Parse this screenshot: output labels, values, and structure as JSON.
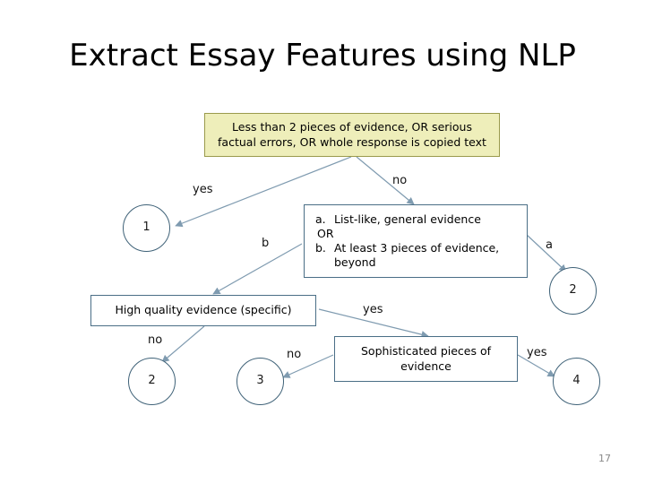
{
  "slide": {
    "title": "Extract Essay Features using NLP",
    "page_number": "17",
    "accent_box_fill": "#eeeeba",
    "accent_box_border": "#9a9a4c",
    "node_border": "#4a6e86",
    "circle_border": "#3f6278",
    "edge_color": "#7f9bb0",
    "text_color": "#000000"
  },
  "flowchart": {
    "type": "decision-tree",
    "nodes": {
      "root_condition": {
        "id": "root",
        "shape": "rect",
        "style": "yellow",
        "text_lines": [
          "Less than 2 pieces of evidence, OR serious",
          "factual errors, OR whole response is copied text"
        ]
      },
      "score_1": {
        "id": "score-1",
        "shape": "circle",
        "text": "1"
      },
      "ab_condition": {
        "id": "ab-condition",
        "shape": "rect",
        "style": "white",
        "items": [
          {
            "marker": "a.",
            "text": "List-like, general evidence"
          },
          {
            "marker": "",
            "text": "OR"
          },
          {
            "marker": "b.",
            "text": "At least 3 pieces of evidence,"
          },
          {
            "marker": "",
            "text": "beyond"
          }
        ]
      },
      "score_2_right": {
        "id": "score-2-right",
        "shape": "circle",
        "text": "2"
      },
      "high_quality": {
        "id": "high-quality-evidence",
        "shape": "rect",
        "style": "white",
        "text": "High quality evidence (specific)"
      },
      "score_2_left": {
        "id": "score-2-left",
        "shape": "circle",
        "text": "2"
      },
      "sophisticated": {
        "id": "sophisticated-evidence",
        "shape": "rect",
        "style": "white",
        "text_lines": [
          "Sophisticated pieces of",
          "evidence"
        ]
      },
      "score_3": {
        "id": "score-3",
        "shape": "circle",
        "text": "3"
      },
      "score_4": {
        "id": "score-4",
        "shape": "circle",
        "text": "4"
      }
    },
    "edges": [
      {
        "from": "root",
        "to": "score-1",
        "label": "yes"
      },
      {
        "from": "root",
        "to": "ab-condition",
        "label": "no"
      },
      {
        "from": "ab-condition",
        "to": "score-2-right",
        "label": "a"
      },
      {
        "from": "ab-condition",
        "to": "high-quality-evidence",
        "label": "b"
      },
      {
        "from": "high-quality-evidence",
        "to": "score-2-left",
        "label": "no"
      },
      {
        "from": "high-quality-evidence",
        "to": "sophisticated-evidence",
        "label": "yes"
      },
      {
        "from": "sophisticated-evidence",
        "to": "score-3",
        "label": "no"
      },
      {
        "from": "sophisticated-evidence",
        "to": "score-4",
        "label": "yes"
      }
    ],
    "labels": {
      "yes_top": "yes",
      "no_top": "no",
      "a_right": "a",
      "b_left": "b",
      "no_hq": "no",
      "yes_hq": "yes",
      "no_soph": "no",
      "yes_soph": "yes"
    }
  }
}
